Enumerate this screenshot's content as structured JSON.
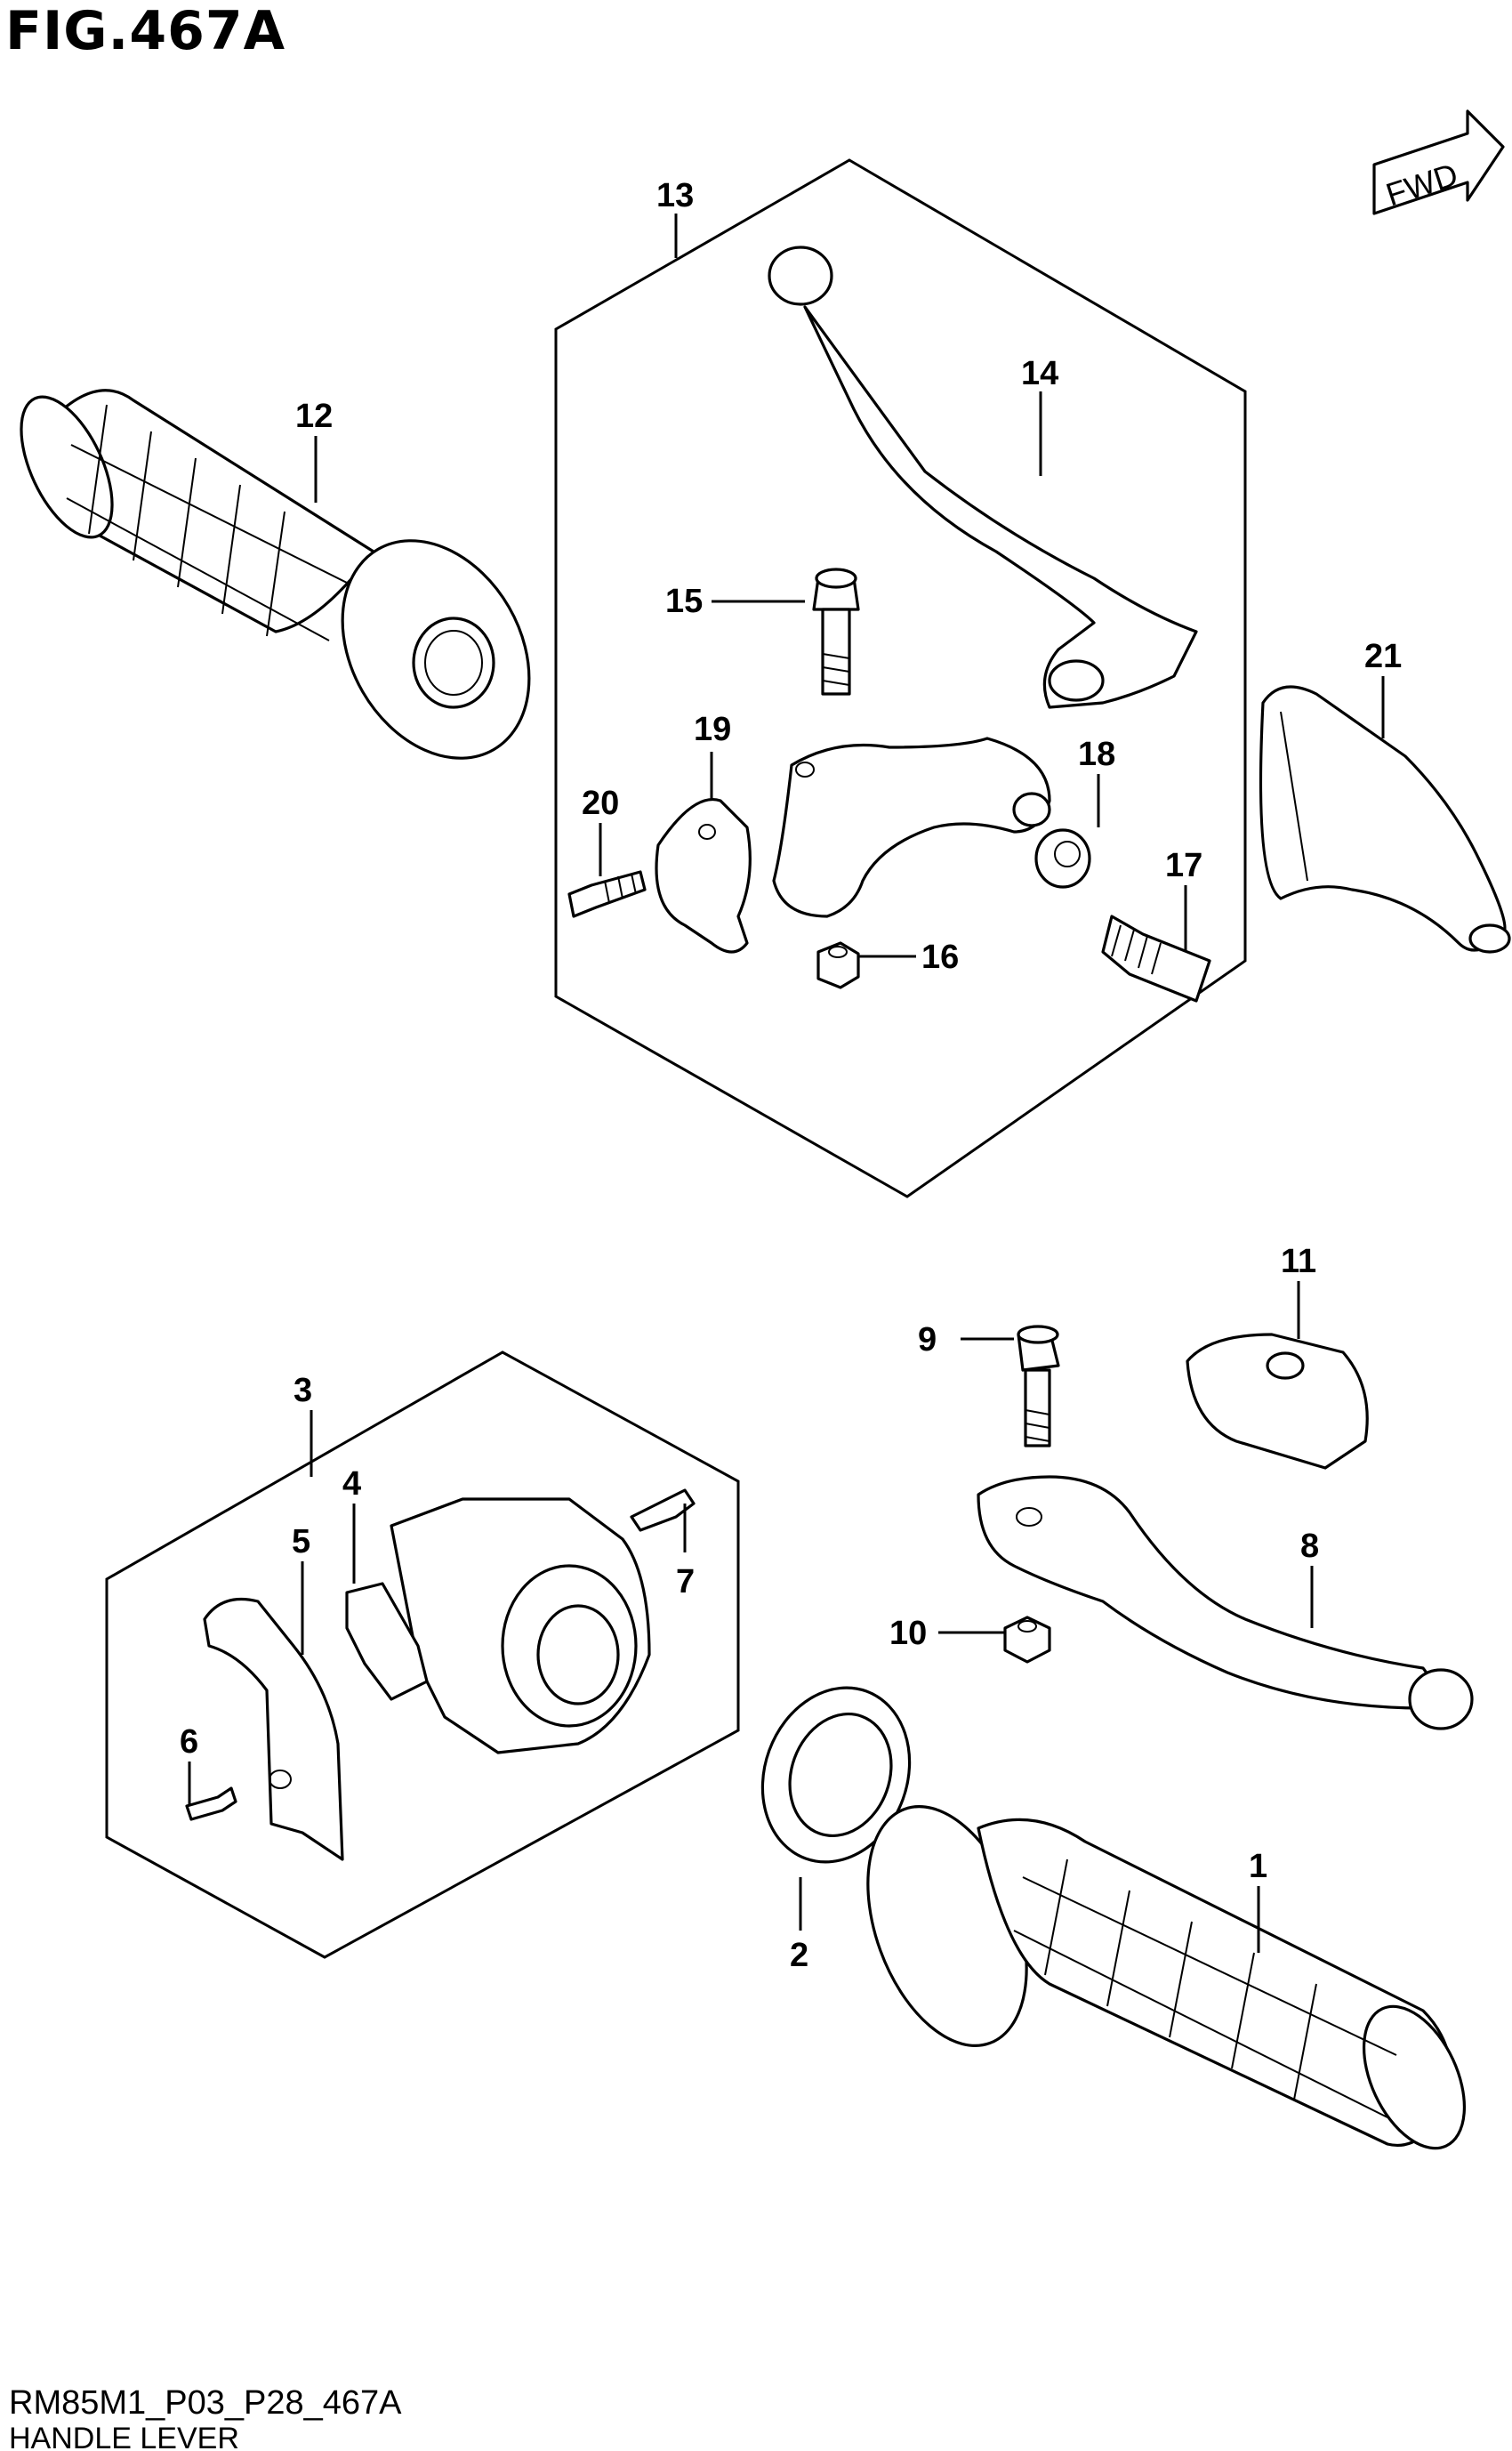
{
  "figure": {
    "title": "FIG.467A",
    "code": "RM85M1_P03_P28_467A",
    "name": "HANDLE LEVER",
    "direction_label": "FWD"
  },
  "callouts": {
    "c1": "1",
    "c2": "2",
    "c3": "3",
    "c4": "4",
    "c5": "5",
    "c6": "6",
    "c7": "7",
    "c8": "8",
    "c9": "9",
    "c10": "10",
    "c11": "11",
    "c12": "12",
    "c13": "13",
    "c14": "14",
    "c15": "15",
    "c16": "16",
    "c17": "17",
    "c18": "18",
    "c19": "19",
    "c20": "20",
    "c21": "21"
  }
}
